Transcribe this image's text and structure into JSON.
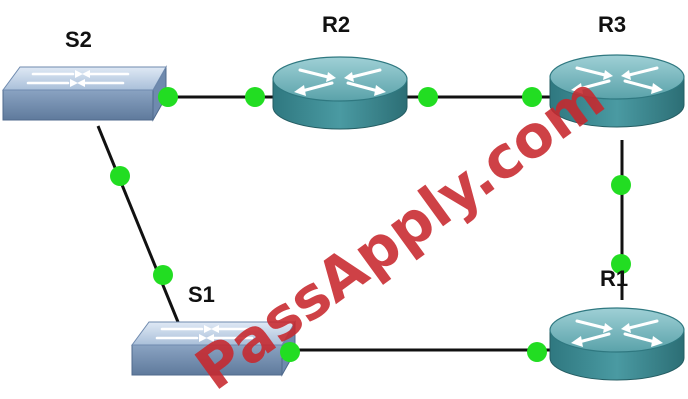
{
  "diagram": {
    "nodes": [
      {
        "id": "S2",
        "kind": "switch",
        "label": "S2"
      },
      {
        "id": "R2",
        "kind": "router",
        "label": "R2"
      },
      {
        "id": "R3",
        "kind": "router",
        "label": "R3"
      },
      {
        "id": "S1",
        "kind": "switch",
        "label": "S1"
      },
      {
        "id": "R1",
        "kind": "router",
        "label": "R1"
      }
    ],
    "links": [
      {
        "from": "S2",
        "to": "R2"
      },
      {
        "from": "R2",
        "to": "R3"
      },
      {
        "from": "S2",
        "to": "S1"
      },
      {
        "from": "R3",
        "to": "R1"
      },
      {
        "from": "S1",
        "to": "R1"
      }
    ],
    "watermark": "PassApply.com",
    "colors": {
      "link": "#111111",
      "port": "#22dd22",
      "router": "#3d8f96",
      "switch": "#a9bfd9",
      "watermark": "#c7272c"
    }
  }
}
